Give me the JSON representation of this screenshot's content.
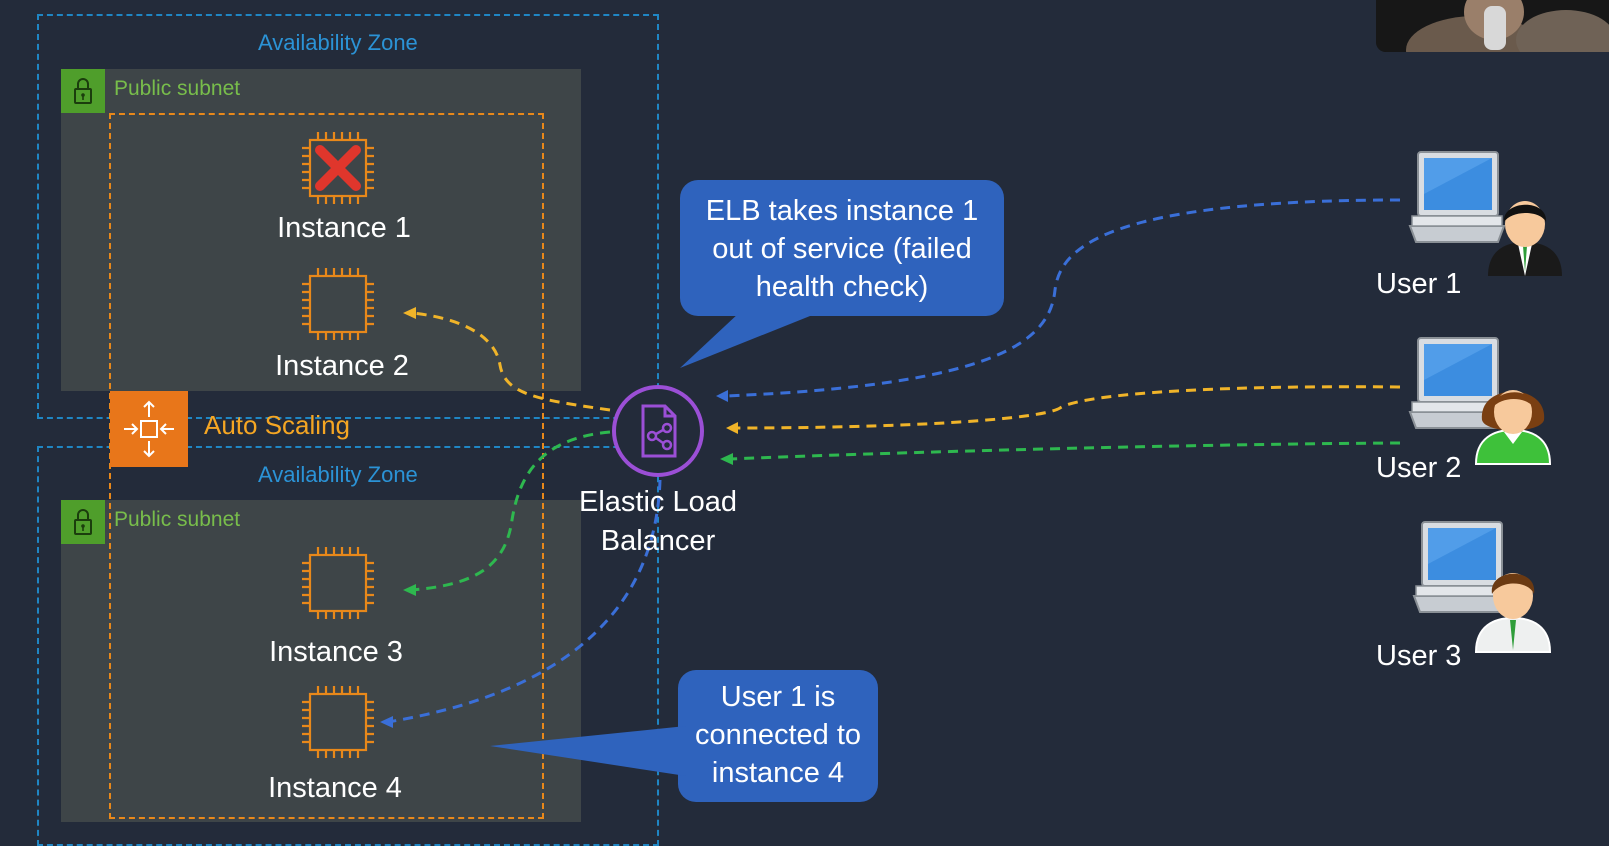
{
  "availability_zones": [
    {
      "label": "Availability Zone"
    },
    {
      "label": "Availability Zone"
    }
  ],
  "subnets": [
    {
      "label": "Public subnet"
    },
    {
      "label": "Public subnet"
    }
  ],
  "instances": [
    {
      "label": "Instance 1",
      "status": "failed"
    },
    {
      "label": "Instance 2",
      "status": "healthy"
    },
    {
      "label": "Instance 3",
      "status": "healthy"
    },
    {
      "label": "Instance 4",
      "status": "healthy"
    }
  ],
  "auto_scaling": {
    "label": "Auto Scaling"
  },
  "load_balancer": {
    "line1": "Elastic Load",
    "line2": "Balancer"
  },
  "callouts": {
    "elb_notice": {
      "line1": "ELB takes instance 1",
      "line2": "out of service (failed",
      "line3": "health check)"
    },
    "user1_notice": {
      "line1": "User 1 is",
      "line2": "connected to",
      "line3": "instance 4"
    }
  },
  "users": [
    {
      "label": "User 1",
      "connection_color": "#3a6fd8"
    },
    {
      "label": "User 2",
      "connection_color": "#f0b429"
    },
    {
      "label": "User 3",
      "connection_color": "#2eb84f"
    }
  ],
  "colors": {
    "background": "#232b3a",
    "availability_zone": "#1f86c4",
    "subnet_fill": "#3e4548",
    "subnet_accent": "#4f9e2b",
    "auto_scaling": "#e8761a",
    "instance_chip": "#e8881a",
    "elb": "#9b4fd6",
    "callout": "#2f63bd"
  }
}
